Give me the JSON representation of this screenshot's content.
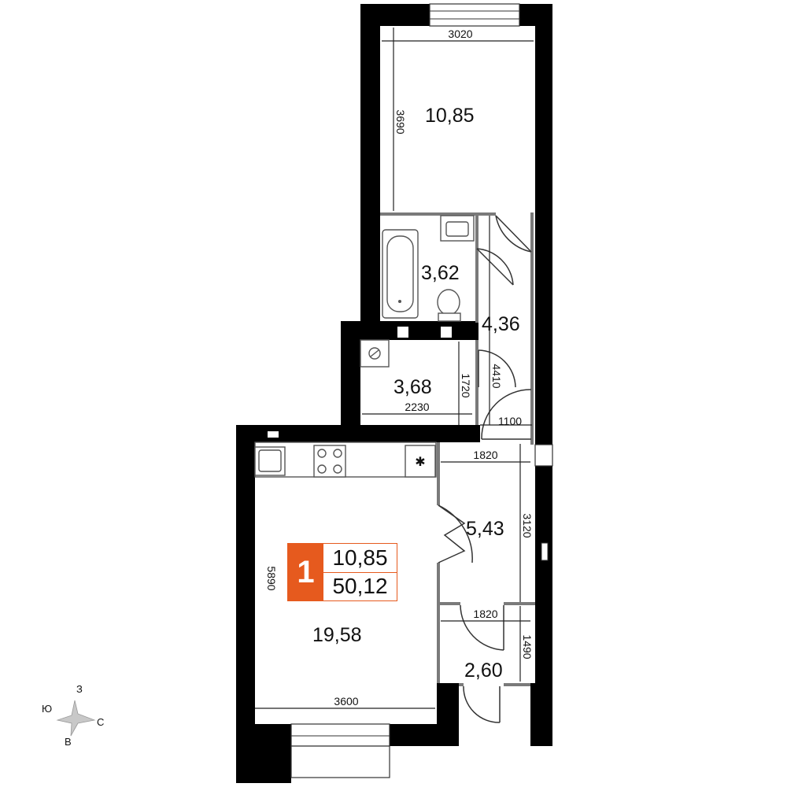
{
  "rooms": {
    "bedroom_area": "10,85",
    "bathroom_area": "3,62",
    "corridor_area": "4,36",
    "utility_area": "3,68",
    "hall_area": "5,43",
    "living_area": "19,58",
    "vestibule_area": "2,60"
  },
  "dimensions": {
    "bedroom_width": "3020",
    "bedroom_length": "3690",
    "corridor_length": "4410",
    "corridor_width": "1100",
    "utility_height": "1720",
    "utility_width": "2230",
    "hall_width": "1820",
    "hall_length": "3120",
    "vestibule_width": "1820",
    "vestibule_length": "1490",
    "living_length": "5890",
    "living_width": "3600"
  },
  "badge": {
    "rooms_count": "1",
    "living_area": "10,85",
    "total_area": "50,12",
    "accent_color": "#e65a1e"
  },
  "compass": {
    "north": "З",
    "east": "С",
    "south": "В",
    "west": "Ю"
  }
}
